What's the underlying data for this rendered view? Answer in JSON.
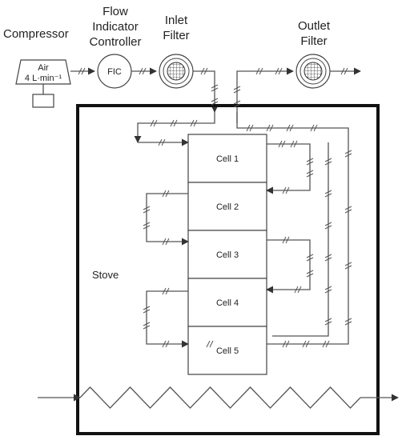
{
  "labels": {
    "compressor": "Compressor",
    "flow_1": "Flow",
    "flow_2": "Indicator",
    "flow_3": "Controller",
    "inlet_1": "Inlet",
    "inlet_2": "Filter",
    "outlet_1": "Outlet",
    "outlet_2": "Filter",
    "air": "Air",
    "air_rate": "4 L·min⁻¹",
    "fic": "FIC",
    "stove": "Stove"
  },
  "cells": [
    "Cell 1",
    "Cell 2",
    "Cell 3",
    "Cell 4",
    "Cell 5"
  ]
}
